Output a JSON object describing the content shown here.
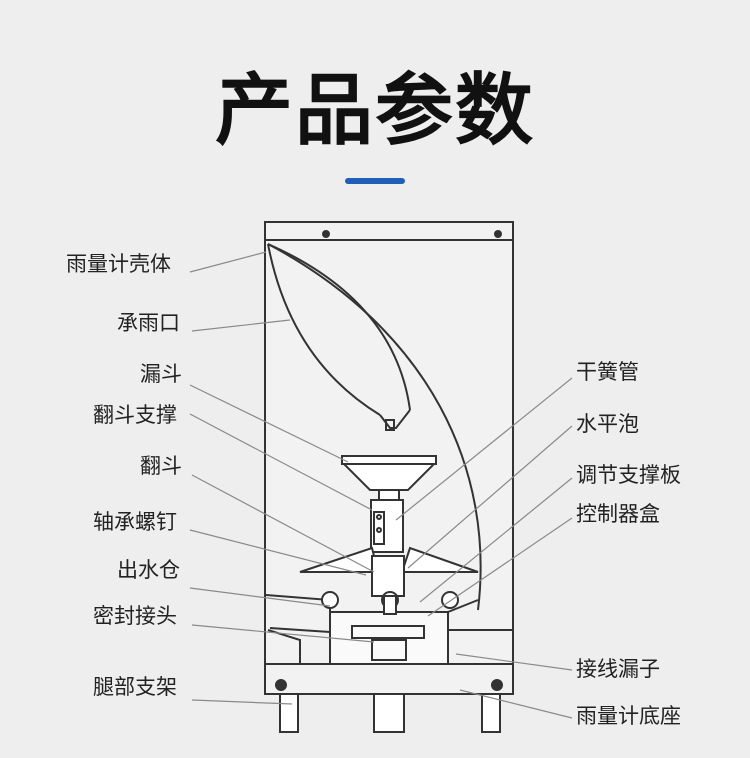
{
  "title": "产品参数",
  "colors": {
    "accent": "#1f5fb8",
    "line": "#333333",
    "leader": "#888888",
    "background": "#eeeeee"
  },
  "labels_left": [
    "雨量计壳体",
    "承雨口",
    "漏斗",
    "翻斗支撑",
    "翻斗",
    "轴承螺钉",
    "出水仓",
    "密封接头",
    "腿部支架"
  ],
  "labels_right": [
    "干簧管",
    "水平泡",
    "调节支撑板",
    "控制器盒",
    "接线漏子",
    "雨量计底座"
  ]
}
